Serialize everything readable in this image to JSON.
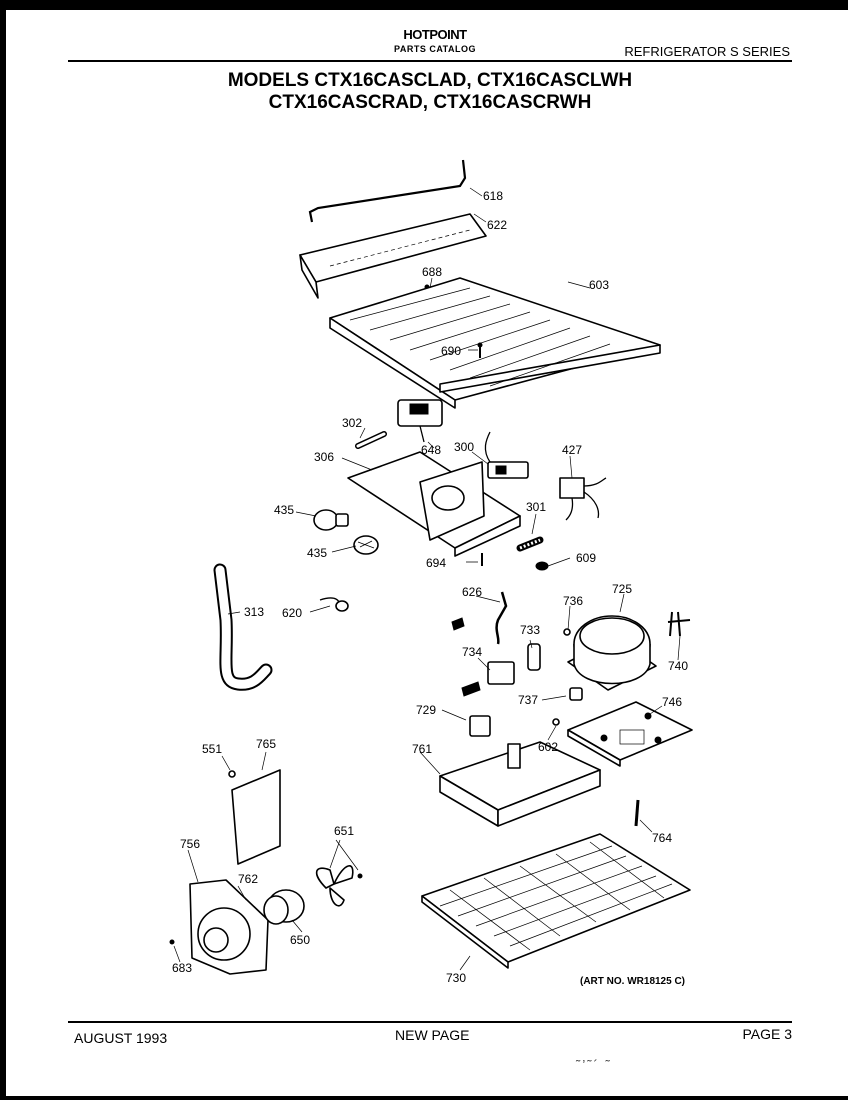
{
  "header": {
    "brand": "HOTPOINT",
    "catalog": "PARTS CATALOG",
    "series": "REFRIGERATOR S SERIES",
    "models_line1": "MODELS CTX16CASCLAD, CTX16CASCLWH",
    "models_line2": "CTX16CASCRAD, CTX16CASCRWH"
  },
  "parts": [
    "618",
    "622",
    "688",
    "603",
    "690",
    "302",
    "648",
    "300",
    "427",
    "306",
    "435",
    "435",
    "301",
    "694",
    "609",
    "313",
    "620",
    "626",
    "736",
    "725",
    "733",
    "734",
    "740",
    "737",
    "746",
    "729",
    "602",
    "551",
    "765",
    "761",
    "651",
    "756",
    "764",
    "762",
    "650",
    "683",
    "730"
  ],
  "art_number": "(ART NO. WR18125 C)",
  "footer": {
    "date": "AUGUST 1993",
    "note": "NEW PAGE",
    "page": "PAGE 3",
    "scan_mark": "˜’˜´ ˜"
  }
}
